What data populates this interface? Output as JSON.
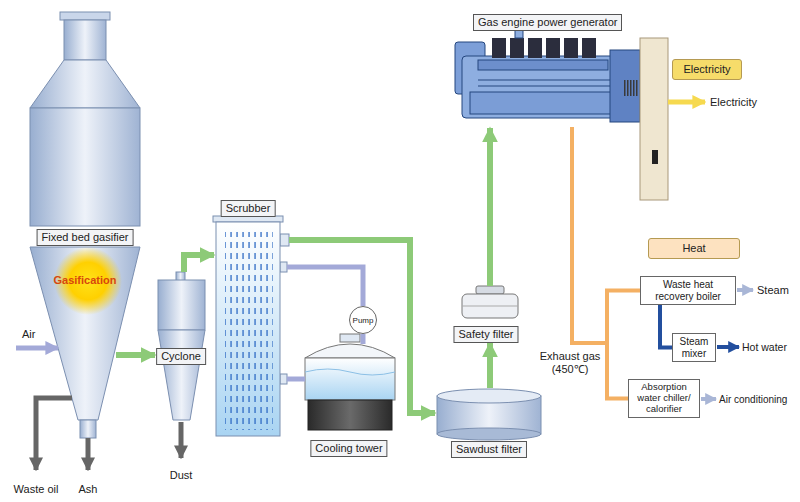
{
  "diagram": {
    "nodes": [
      {
        "text": [
          "Fixed bed gasifier",
          "Gasification"
        ]
      },
      {
        "text": [
          "Cyclone"
        ]
      },
      {
        "text": [
          "Scrubber"
        ]
      },
      {
        "text": [
          "Pump"
        ]
      },
      {
        "text": [
          "Cooling tower"
        ]
      },
      {
        "text": [
          "Sawdust filter"
        ]
      },
      {
        "text": [
          "Safety filter"
        ]
      },
      {
        "text": [
          "Gas engine power generator"
        ]
      },
      {
        "text": [
          "Electricity"
        ]
      },
      {
        "text": [
          "Heat"
        ]
      },
      {
        "text": [
          "Waste heat recovery boiler"
        ]
      },
      {
        "text": [
          "Steam mixer"
        ]
      },
      {
        "text": [
          "Absorption water chiller/ calorifier"
        ]
      }
    ],
    "edges": [
      {
        "from": 0,
        "to": 1,
        "arrow": "to"
      },
      {
        "from": 1,
        "to": 2,
        "arrow": "to"
      },
      {
        "from": 2,
        "to": 5,
        "arrow": "to"
      },
      {
        "from": 5,
        "to": 6,
        "arrow": "to"
      },
      {
        "from": 6,
        "to": 7,
        "arrow": "to"
      },
      {
        "from": 2,
        "to": 3,
        "arrow": "none"
      },
      {
        "from": 3,
        "to": 4,
        "arrow": "none"
      },
      {
        "from": 4,
        "to": 2,
        "arrow": "none"
      },
      {
        "from": 7,
        "to": 10,
        "label": "Exhaust gas (450℃)",
        "arrow": "none"
      },
      {
        "from": 7,
        "to": 12,
        "arrow": "none"
      },
      {
        "from": 10,
        "to": 11,
        "arrow": "none"
      }
    ],
    "labels": [
      "Air",
      "Waste oil",
      "Ash",
      "Dust",
      "Electricity",
      "Steam",
      "Hot water",
      "Air conditioning"
    ]
  }
}
